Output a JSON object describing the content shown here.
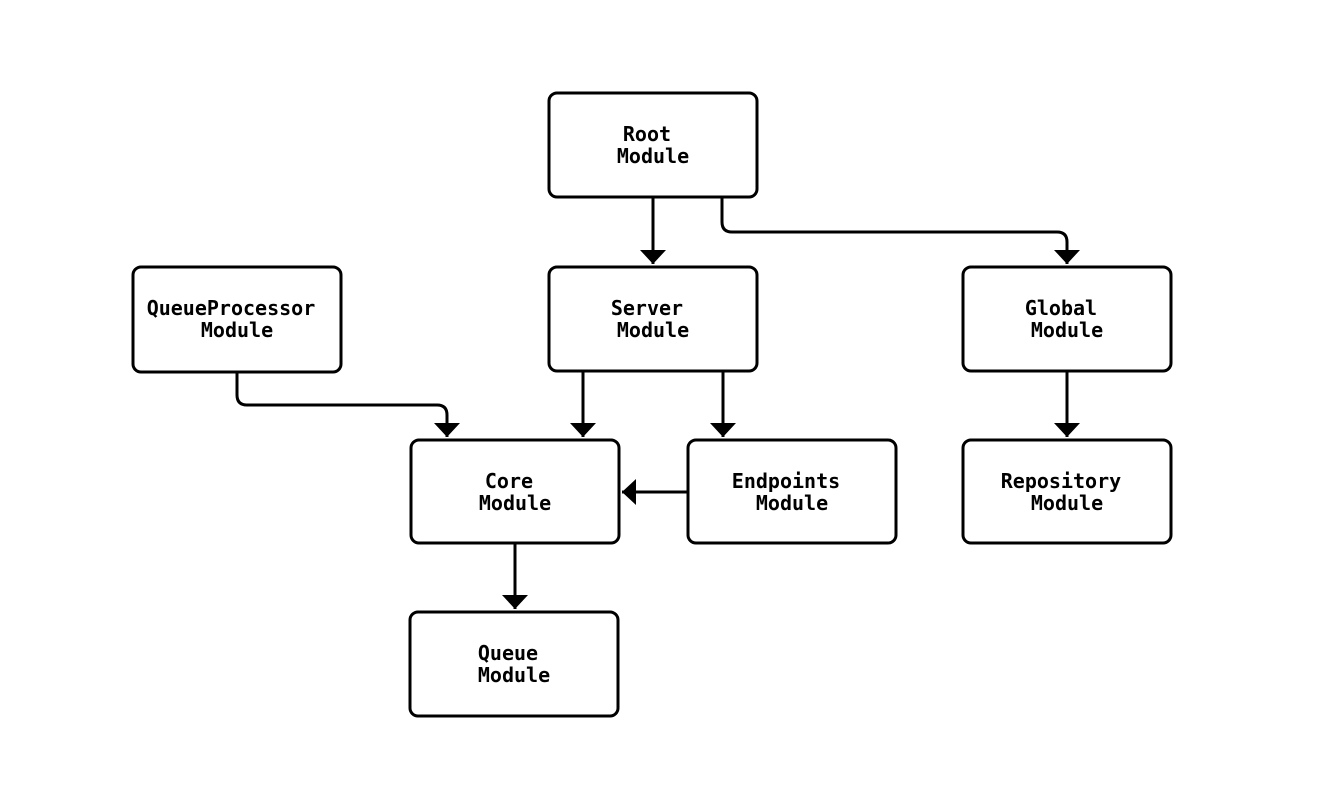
{
  "diagram": {
    "type": "flowchart",
    "direction": "top-down",
    "background_color": "#ffffff",
    "node_fill_color": "#ffffff",
    "node_border_color": "#000000",
    "edge_color": "#000000",
    "text_color": "#000000",
    "nodes": {
      "root": {
        "label": "Root Module",
        "lines": [
          "Root",
          "Module"
        ]
      },
      "queue_processor": {
        "label": "QueueProcessor Module",
        "lines": [
          "QueueProcessor",
          "Module"
        ]
      },
      "server": {
        "label": "Server Module",
        "lines": [
          "Server",
          "Module"
        ]
      },
      "global": {
        "label": "Global Module",
        "lines": [
          "Global",
          "Module"
        ]
      },
      "core": {
        "label": "Core Module",
        "lines": [
          "Core",
          "Module"
        ]
      },
      "endpoints": {
        "label": "Endpoints Module",
        "lines": [
          "Endpoints",
          "Module"
        ]
      },
      "repository": {
        "label": "Repository Module",
        "lines": [
          "Repository",
          "Module"
        ]
      },
      "queue": {
        "label": "Queue Module",
        "lines": [
          "Queue",
          "Module"
        ]
      }
    },
    "edges": [
      {
        "from": "Root Module",
        "to": "Server Module"
      },
      {
        "from": "Root Module",
        "to": "Global Module"
      },
      {
        "from": "QueueProcessor Module",
        "to": "Core Module"
      },
      {
        "from": "Server Module",
        "to": "Core Module"
      },
      {
        "from": "Server Module",
        "to": "Endpoints Module"
      },
      {
        "from": "Endpoints Module",
        "to": "Core Module"
      },
      {
        "from": "Global Module",
        "to": "Repository Module"
      },
      {
        "from": "Core Module",
        "to": "Queue Module"
      }
    ]
  }
}
